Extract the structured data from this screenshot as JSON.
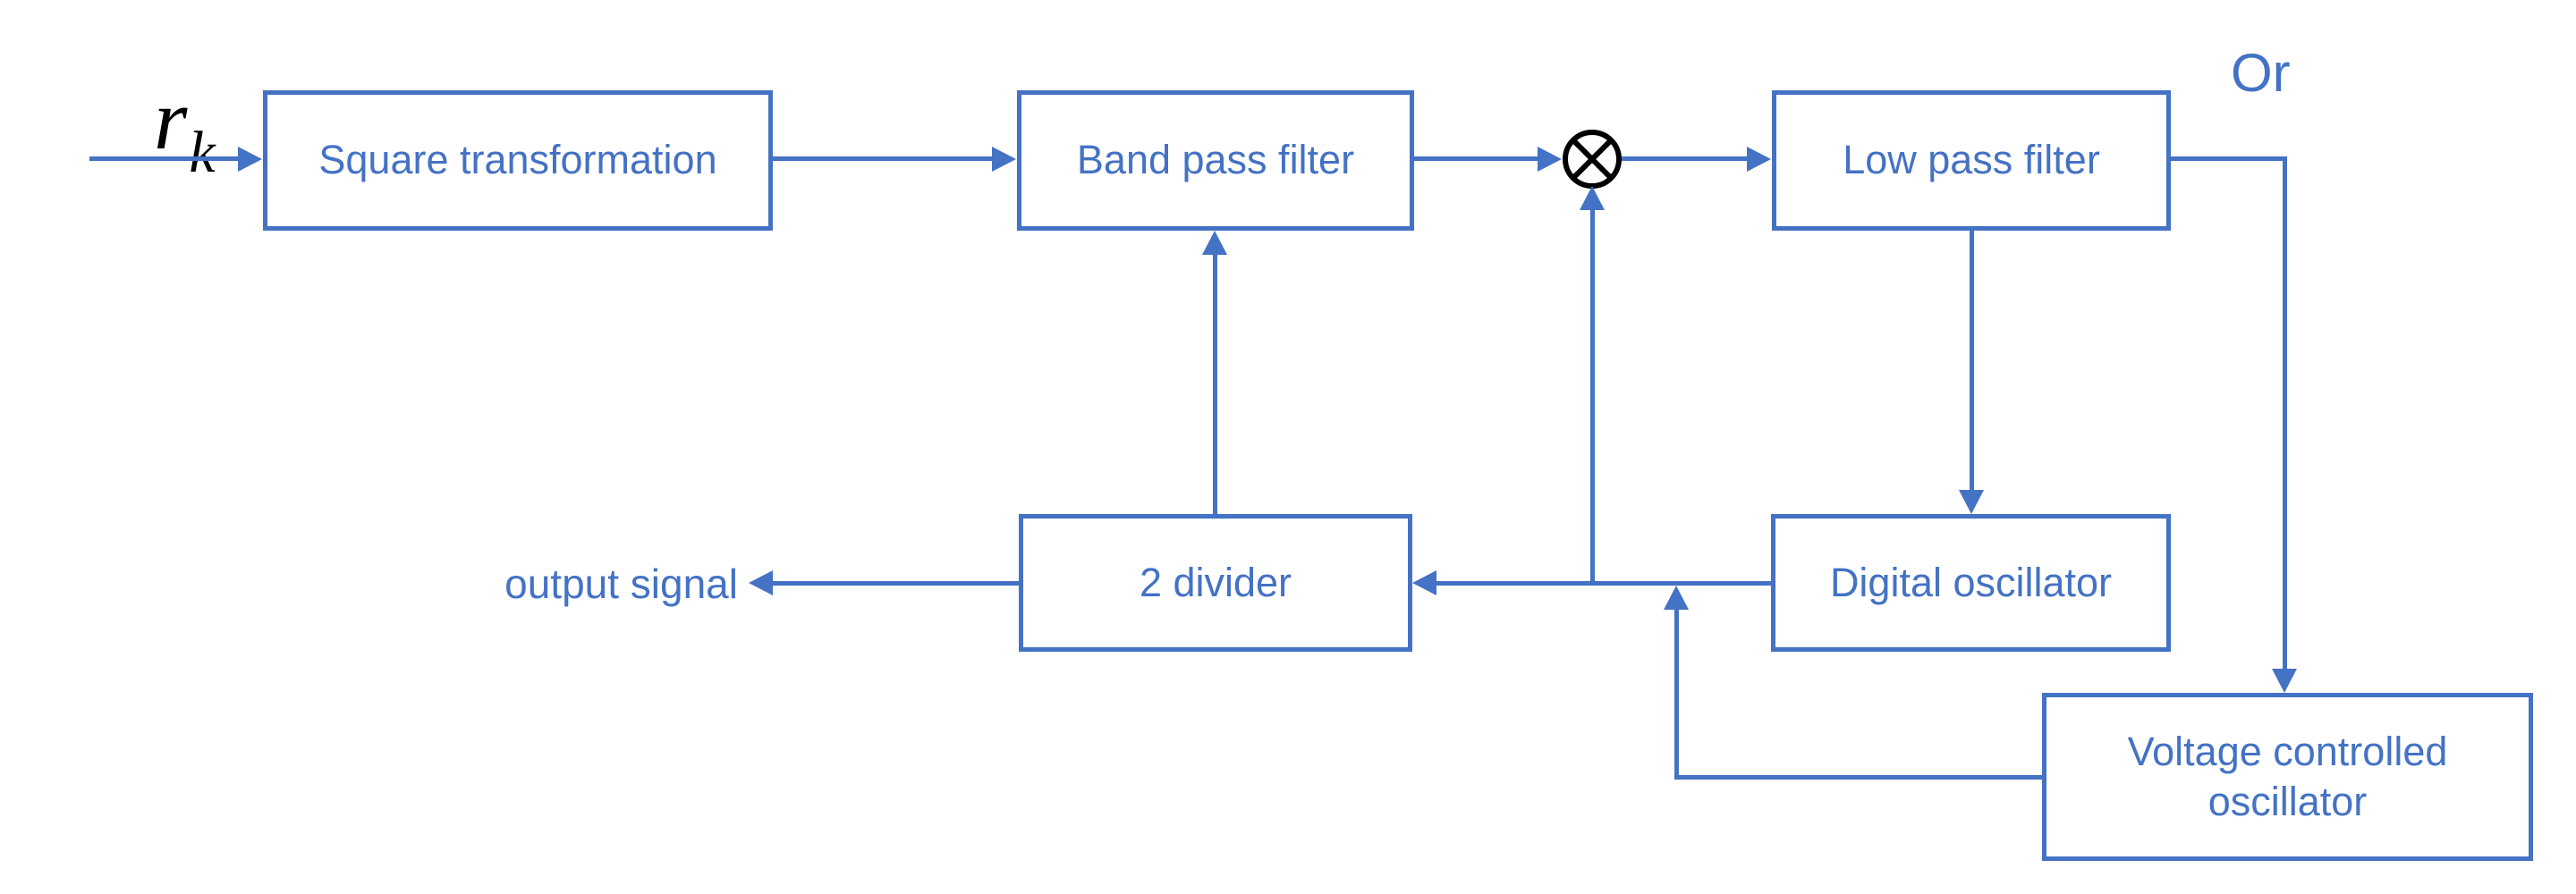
{
  "colors": {
    "accent": "#4472C4",
    "multiplier_stroke": "#000000",
    "background": "#FFFFFF"
  },
  "labels": {
    "input_symbol_base": "r",
    "input_symbol_subscript": "k",
    "or": "Or",
    "output": "output signal"
  },
  "blocks": {
    "square_transformation": {
      "label": "Square transformation"
    },
    "band_pass_filter": {
      "label": "Band pass filter"
    },
    "low_pass_filter": {
      "label": "Low pass filter"
    },
    "digital_oscillator": {
      "label": "Digital oscillator"
    },
    "divider": {
      "label": "2 divider"
    },
    "vco": {
      "label_line1": "Voltage controlled",
      "label_line2": "oscillator"
    }
  },
  "connections": [
    "input rk -> Square transformation",
    "Square transformation -> Band pass filter",
    "Band pass filter -> multiplier",
    "multiplier -> Low pass filter",
    "Low pass filter -> Digital oscillator",
    "Low pass filter -> Voltage controlled oscillator (Or)",
    "Digital oscillator -> 2 divider",
    "Voltage controlled oscillator -> 2 divider input line",
    "2 divider input line -> multiplier",
    "2 divider -> Band pass filter",
    "2 divider -> output signal"
  ]
}
